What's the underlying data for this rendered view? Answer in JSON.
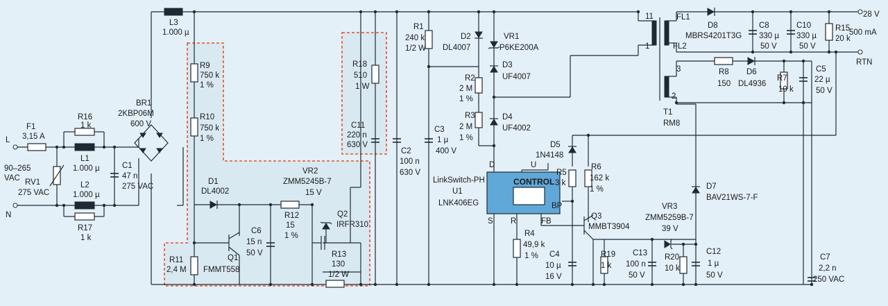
{
  "terminals": {
    "line": "L",
    "neutral": "N",
    "input_range": "90–265",
    "input_unit": "VAC",
    "out_voltage": "28 V",
    "out_current": "500 mA",
    "rtn": "RTN"
  },
  "F1": {
    "ref": "F1",
    "value": "3,15 A"
  },
  "RV1": {
    "ref": "RV1",
    "value": "275 VAC"
  },
  "R16": {
    "ref": "R16",
    "value": "1 k"
  },
  "R17": {
    "ref": "R17",
    "value": "1 k"
  },
  "L1": {
    "ref": "L1",
    "value": "1.000 µ"
  },
  "L2": {
    "ref": "L2",
    "value": "1.000 µ"
  },
  "L3": {
    "ref": "L3",
    "value": "1.000 µ"
  },
  "C1": {
    "ref": "C1",
    "value": "47 n",
    "rating": "275 VAC"
  },
  "BR1": {
    "ref": "BR1",
    "part": "2KBP06M",
    "rating": "600 V"
  },
  "R9": {
    "ref": "R9",
    "value": "750 k",
    "tol": "1 %"
  },
  "R10": {
    "ref": "R10",
    "value": "750 k",
    "tol": "1 %"
  },
  "R11": {
    "ref": "R11",
    "value": "2,4 M"
  },
  "D1": {
    "ref": "D1",
    "part": "DL4002"
  },
  "Q1": {
    "ref": "Q1",
    "part": "FMMT558"
  },
  "C6": {
    "ref": "C6",
    "value": "15 n",
    "rating": "50 V"
  },
  "R12": {
    "ref": "R12",
    "value": "15",
    "tol": "1 %"
  },
  "VR2": {
    "ref": "VR2",
    "part": "ZMM5245B-7",
    "rating": "15 V"
  },
  "Q2": {
    "ref": "Q2",
    "part": "IRFR310"
  },
  "R13": {
    "ref": "R13",
    "value": "130",
    "rating": "1/2 W"
  },
  "R18": {
    "ref": "R18",
    "value": "510",
    "rating": "1 W"
  },
  "C11": {
    "ref": "C11",
    "value": "220 n",
    "rating": "630 V"
  },
  "C2": {
    "ref": "C2",
    "value": "100 n",
    "rating": "630 V"
  },
  "R1": {
    "ref": "R1",
    "value": "240 k",
    "rating": "1/2 W"
  },
  "C3": {
    "ref": "C3",
    "value": "1 µ",
    "rating": "400 V"
  },
  "D2": {
    "ref": "D2",
    "part": "DL4007"
  },
  "VR1": {
    "ref": "VR1",
    "part": "P6KE200A"
  },
  "D3": {
    "ref": "D3",
    "part": "UF4007"
  },
  "R2": {
    "ref": "R2",
    "value": "2 M",
    "tol": "1 %"
  },
  "R3": {
    "ref": "R3",
    "value": "2 M",
    "tol": "1 %"
  },
  "D4": {
    "ref": "D4",
    "part": "UF4002"
  },
  "U1": {
    "family": "LinkSwitch-PH",
    "ref": "U1",
    "part": "LNK406EG",
    "block": "CONTROL",
    "pin_d": "D",
    "pin_u": "U",
    "pin_bp": "BP",
    "pin_s": "S",
    "pin_r": "R",
    "pin_fb": "FB"
  },
  "R4": {
    "ref": "R4",
    "value": "49,9 k",
    "tol": "1 %"
  },
  "C4": {
    "ref": "C4",
    "value": "10 µ",
    "rating": "16 V"
  },
  "D5": {
    "ref": "D5",
    "part": "1N4148"
  },
  "R5": {
    "ref": "R5",
    "value": "3 k"
  },
  "R6": {
    "ref": "R6",
    "value": "162 k",
    "tol": "1 %"
  },
  "Q3": {
    "ref": "Q3",
    "part": "MMBT3904"
  },
  "R19": {
    "ref": "R19",
    "value": "1 k"
  },
  "C13": {
    "ref": "C13",
    "value": "100 n",
    "rating": "50 V"
  },
  "VR3": {
    "ref": "VR3",
    "part": "ZMM5259B-7",
    "rating": "39 V"
  },
  "R20": {
    "ref": "R20",
    "value": "10 k"
  },
  "C12": {
    "ref": "C12",
    "value": "1 µ",
    "rating": "50 V"
  },
  "C7": {
    "ref": "C7",
    "value": "2,2 n",
    "rating": "250 VAC"
  },
  "D7": {
    "ref": "D7",
    "part": "BAV21WS-7-F"
  },
  "T1": {
    "ref": "T1",
    "core": "RM8",
    "pin11": "11",
    "pin1": "1",
    "pin3": "3",
    "pin2": "2",
    "fl1": "FL1",
    "fl2": "FL2"
  },
  "D8": {
    "ref": "D8",
    "part": "MBRS4201T3G"
  },
  "C8": {
    "ref": "C8",
    "value": "330 µ",
    "rating": "50 V"
  },
  "C10": {
    "ref": "C10",
    "value": "330 µ",
    "rating": "50 V"
  },
  "R15": {
    "ref": "R15",
    "value": "20 k"
  },
  "R8": {
    "ref": "R8",
    "value": "150"
  },
  "D6": {
    "ref": "D6",
    "part": "DL4936"
  },
  "R7": {
    "ref": "R7",
    "value": "10 k"
  },
  "C5": {
    "ref": "C5",
    "value": "22 µ",
    "rating": "50 V"
  }
}
